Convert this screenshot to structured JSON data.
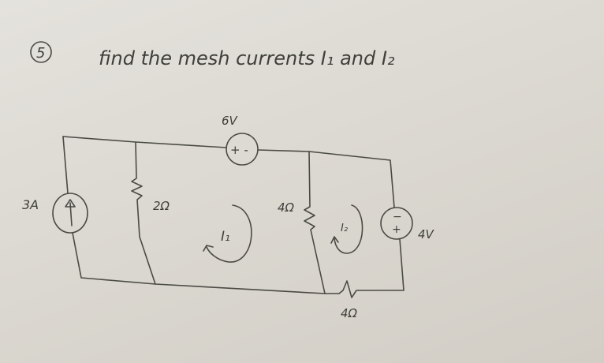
{
  "problem": {
    "number": "5",
    "text": "find the mesh currents I₁ and I₂"
  },
  "circuit": {
    "current_source": {
      "label": "3A",
      "icon": "up-arrow"
    },
    "resistor_left": {
      "label": "2Ω"
    },
    "voltage_source_top": {
      "label": "6V",
      "polarity": "+ -"
    },
    "resistor_middle": {
      "label": "4Ω"
    },
    "resistor_bottom": {
      "label": "4Ω"
    },
    "voltage_source_right": {
      "label": "4V",
      "polarity_top": "−",
      "polarity_bottom": "+"
    },
    "mesh1": {
      "label": "I₁"
    },
    "mesh2": {
      "label": "I₂"
    }
  },
  "colors": {
    "ink": "#4a4a44",
    "paper": "#dcd9d2"
  }
}
